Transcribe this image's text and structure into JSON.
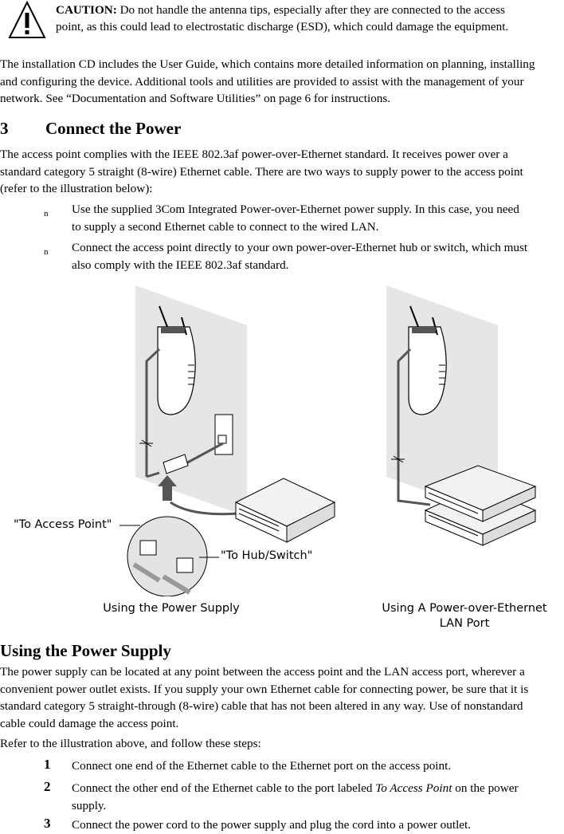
{
  "caution": {
    "label": "CAUTION:",
    "text_line1": " Do not handle the antenna tips, especially after they are connected to the access",
    "text_line2": "point, as this could lead to electrostatic discharge (ESD), which could damage the equipment."
  },
  "intro": {
    "line1": "The installation CD includes the User Guide, which contains more detailed information on planning, installing",
    "line2": "and configuring the device. Additional tools and utilities are provided to assist with the management of your",
    "line3": "network. See “Documentation and Software Utilities” on page 6 for instructions."
  },
  "section": {
    "number": "3",
    "title": "Connect the Power",
    "para_line1": "The access point complies with the IEEE 802.3af power-over-Ethernet standard. It receives power over a",
    "para_line2": "standard category 5 straight (8-wire) Ethernet cable. There are two ways to supply power to the access point",
    "para_line3": "(refer to the illustration below):",
    "bullets": [
      {
        "marker": "n",
        "line1": "Use the supplied 3Com Integrated Power-over-Ethernet power supply. In this case, you need",
        "line2": "to supply a second Ethernet cable to connect to the wired LAN."
      },
      {
        "marker": "n",
        "line1": "Connect the access point directly to your own power-over-Ethernet hub or switch, which must",
        "line2": "also comply with the IEEE 802.3af standard."
      }
    ]
  },
  "diagram": {
    "label_to_access_point": "\"To Access Point\"",
    "label_to_hub_switch": "\"To Hub/Switch\"",
    "caption_left": "Using the Power Supply",
    "caption_right_line1": "Using A Power-over-Ethernet",
    "caption_right_line2": "LAN Port"
  },
  "subsection": {
    "title": "Using the Power Supply",
    "para_line1": "The power supply can be located at any point between the access point and the LAN access port, wherever a",
    "para_line2": "convenient power outlet exists. If you supply your own Ethernet cable for connecting power, be sure that it is",
    "para_line3": "standard category 5 straight-through (8-wire) cable that has not been altered in any way. Use of nonstandard",
    "para_line4": "cable could damage the access point.",
    "refer": "Refer to the illustration above, and follow these steps:",
    "steps": [
      {
        "num": "1",
        "line1": "Connect one end of the Ethernet cable to the Ethernet port on the access point."
      },
      {
        "num": "2",
        "line1_pre": "Connect the other end of the Ethernet cable to the port labeled ",
        "line1_em": "To Access Point",
        "line1_post": " on the power",
        "line2": "supply."
      },
      {
        "num": "3",
        "line1": "Connect the power cord to the power supply and plug the cord into a power outlet."
      }
    ]
  }
}
